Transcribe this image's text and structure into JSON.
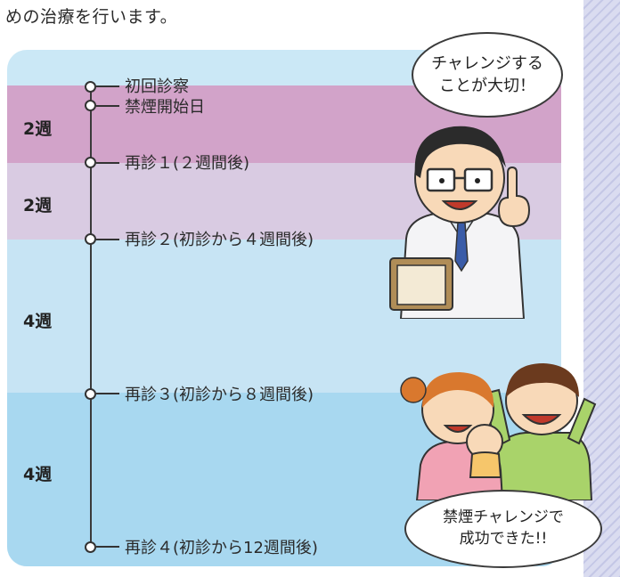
{
  "intro_text": "めの治療を行います。",
  "weeks": [
    "2週",
    "2週",
    "4週",
    "4週"
  ],
  "events": [
    {
      "label": "初回診察"
    },
    {
      "label": "禁煙開始日"
    },
    {
      "label": "再診１(２週間後)"
    },
    {
      "label": "再診２(初診から４週間後)"
    },
    {
      "label": "再診３(初診から８週間後)"
    },
    {
      "label": "再診４(初診から12週間後)"
    }
  ],
  "doctor_bubble": {
    "line1": "チャレンジする",
    "line2": "ことが大切！"
  },
  "family_bubble": {
    "line1": "禁煙チャレンジで",
    "line2": "成功できた!!"
  }
}
